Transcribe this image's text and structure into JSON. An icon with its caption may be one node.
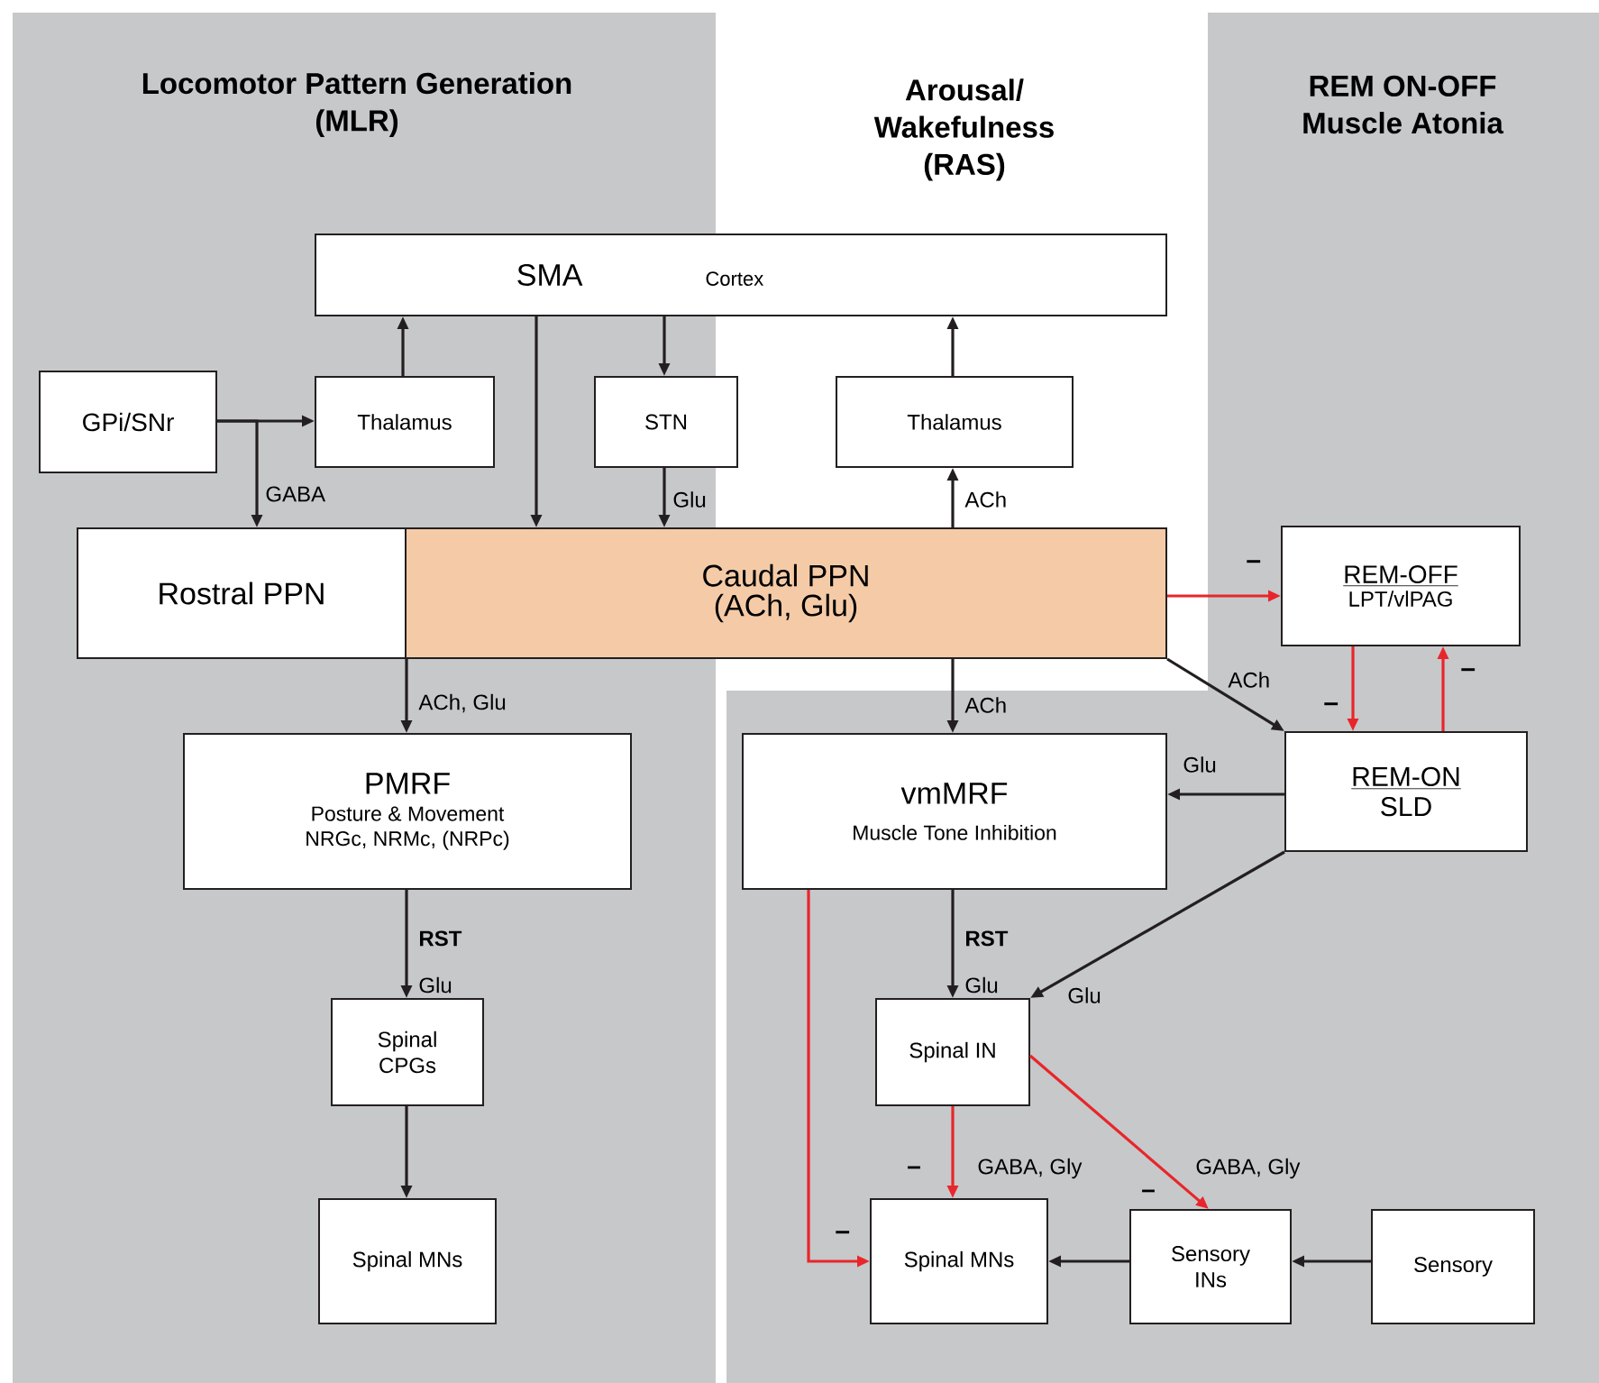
{
  "diagram": {
    "nodes": [
      {
        "text": [
          "SMA",
          "Cortex"
        ]
      },
      {
        "text": [
          "GPi/SNr"
        ]
      },
      {
        "text": [
          "Thalamus"
        ]
      },
      {
        "text": [
          "STN"
        ]
      },
      {
        "text": [
          "Thalamus"
        ]
      },
      {
        "text": [
          "Rostral PPN"
        ]
      },
      {
        "text": [
          "Caudal PPN",
          "(ACh, Glu)"
        ]
      },
      {
        "text": [
          "REM-OFF",
          "LPT/vlPAG"
        ]
      },
      {
        "text": [
          "PMRF",
          "Posture & Movement NRGc, NRMc, (NRPc)"
        ]
      },
      {
        "text": [
          "vmMRF",
          "Muscle Tone Inhibition"
        ]
      },
      {
        "text": [
          "REM-ON",
          "SLD"
        ]
      },
      {
        "text": [
          "Spinal CPGs"
        ]
      },
      {
        "text": [
          "Spinal IN"
        ]
      },
      {
        "text": [
          "Spinal MNs"
        ]
      },
      {
        "text": [
          "Spinal MNs"
        ]
      },
      {
        "text": [
          "Sensory INs"
        ]
      },
      {
        "text": [
          "Sensory"
        ]
      }
    ],
    "edges": [
      {
        "from": 1,
        "to": 2,
        "arrow": "to"
      },
      {
        "from": 1,
        "to": 5,
        "arrow": "to",
        "label": "GABA"
      },
      {
        "from": 2,
        "to": 0,
        "arrow": "to"
      },
      {
        "from": 0,
        "to": 6,
        "arrow": "to"
      },
      {
        "from": 0,
        "to": 3,
        "arrow": "to"
      },
      {
        "from": 3,
        "to": 6,
        "arrow": "to",
        "label": "Glu"
      },
      {
        "from": 6,
        "to": 4,
        "arrow": "to",
        "label": "ACh"
      },
      {
        "from": 4,
        "to": 0,
        "arrow": "to"
      },
      {
        "from": 6,
        "to": 7,
        "arrow": "to",
        "label": "–",
        "color": "#e8262b"
      },
      {
        "from": 6,
        "to": 8,
        "arrow": "to",
        "label": "ACh, Glu"
      },
      {
        "from": 6,
        "to": 9,
        "arrow": "to",
        "label": "ACh"
      },
      {
        "from": 6,
        "to": 10,
        "arrow": "to",
        "label": "ACh"
      },
      {
        "from": 7,
        "to": 10,
        "arrow": "to",
        "label": "–",
        "color": "#e8262b"
      },
      {
        "from": 10,
        "to": 7,
        "arrow": "to",
        "label": "–",
        "color": "#e8262b"
      },
      {
        "from": 10,
        "to": 9,
        "arrow": "to",
        "label": "Glu"
      },
      {
        "from": 8,
        "to": 11,
        "arrow": "to",
        "label": "**RST** Glu"
      },
      {
        "from": 11,
        "to": 13,
        "arrow": "to"
      },
      {
        "from": 9,
        "to": 12,
        "arrow": "to",
        "label": "**RST** Glu"
      },
      {
        "from": 10,
        "to": 12,
        "arrow": "to",
        "label": "Glu"
      },
      {
        "from": 9,
        "to": 14,
        "arrow": "to",
        "label": "–",
        "color": "#e8262b"
      },
      {
        "from": 12,
        "to": 14,
        "arrow": "to",
        "label": "GABA, Gly",
        "color": "#e8262b"
      },
      {
        "from": 12,
        "to": 15,
        "arrow": "to",
        "label": "GABA, Gly",
        "color": "#e8262b"
      },
      {
        "from": 15,
        "to": 14,
        "arrow": "to"
      },
      {
        "from": 16,
        "to": 15,
        "arrow": "to"
      }
    ],
    "labels": [
      "Locomotor Pattern Generation (MLR)",
      "Arousal/ Wakefulness (RAS)",
      "REM ON-OFF Muscle Atonia",
      "–",
      "–"
    ]
  }
}
